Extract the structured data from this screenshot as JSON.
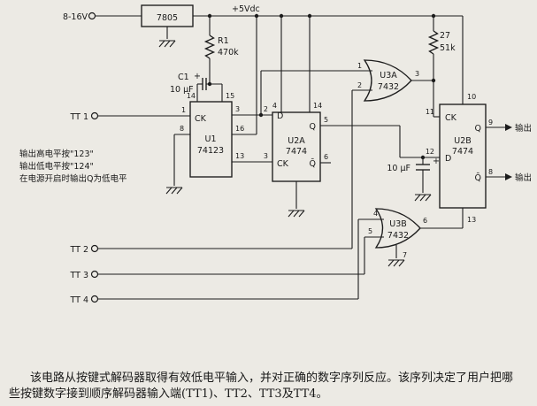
{
  "schematic": {
    "power": {
      "input": "8-16V",
      "regulator": "7805",
      "rail": "+5Vdc"
    },
    "r1": {
      "ref": "R1",
      "value": "470k"
    },
    "c1": {
      "ref": "C1",
      "value": "10 μF",
      "polarity": "+"
    },
    "r2": {
      "ref": "27",
      "value": "51k"
    },
    "c2": {
      "value": "10 μF",
      "polarity": "+"
    },
    "u1": {
      "ref": "U1",
      "part": "74123",
      "clk_label": "CK",
      "pins": {
        "p1": "1",
        "p8": "8",
        "p14": "14",
        "p15": "15",
        "p3": "3",
        "p16": "16",
        "p13": "13"
      }
    },
    "u2a": {
      "ref": "U2A",
      "part": "7474",
      "d": "D",
      "ck": "CK",
      "q": "Q",
      "qbar": "Q̄",
      "pins": {
        "pre": "4",
        "vcc": "14",
        "d": "2",
        "ck": "3",
        "q": "5",
        "qbar": "6"
      }
    },
    "u2b": {
      "ref": "U2B",
      "part": "7474",
      "d": "D",
      "ck": "CK",
      "q": "Q",
      "qbar": "Q̄",
      "pins": {
        "pre": "10",
        "ck": "11",
        "d": "12",
        "q": "9",
        "qbar": "8",
        "clr": "13"
      }
    },
    "u3a": {
      "ref": "U3A",
      "part": "7432",
      "pins": {
        "in1": "1",
        "in2": "2",
        "out": "3"
      }
    },
    "u3b": {
      "ref": "U3B",
      "part": "7432",
      "pins": {
        "in1": "4",
        "in2": "5",
        "out": "6",
        "gnd": "7"
      }
    },
    "inputs": {
      "tt1": "TT 1",
      "tt2": "TT 2",
      "tt3": "TT 3",
      "tt4": "TT 4"
    },
    "outputs": {
      "q": "输出",
      "qbar": "输出"
    },
    "notes": [
      "输出高电平按\"123\"",
      "输出低电平按\"124\"",
      "在电源开启时输出Q为低电平"
    ]
  },
  "caption": {
    "line1": "该电路从按键式解码器取得有效低电平输入，并对正确的数字序列反应。该序列决定了用户把哪",
    "line2": "些按键数字接到顺序解码器输入端(TT1)、TT2、TT3及TT4。"
  }
}
